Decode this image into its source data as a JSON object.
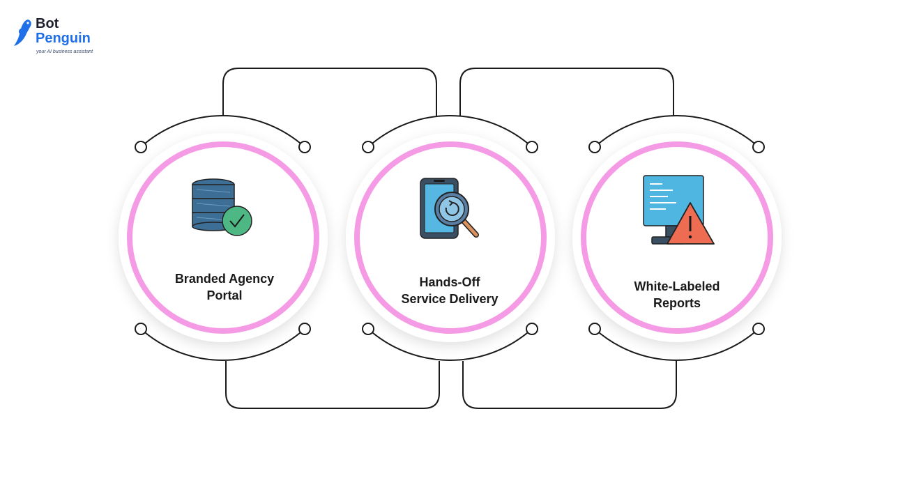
{
  "logo": {
    "line1": "Bot",
    "line2": "Penguin",
    "tagline": "your AI business assistant"
  },
  "colors": {
    "ring": "#f59be6",
    "line": "#1a1a1a",
    "brand_blue": "#1f6fe8"
  },
  "items": [
    {
      "icon": "database-check-icon",
      "label_line1": "Branded Agency",
      "label_line2": "Portal"
    },
    {
      "icon": "phone-magnifier-icon",
      "label_line1": "Hands-Off",
      "label_line2": "Service Delivery"
    },
    {
      "icon": "monitor-warning-icon",
      "label_line1": "White-Labeled",
      "label_line2": "Reports"
    }
  ]
}
